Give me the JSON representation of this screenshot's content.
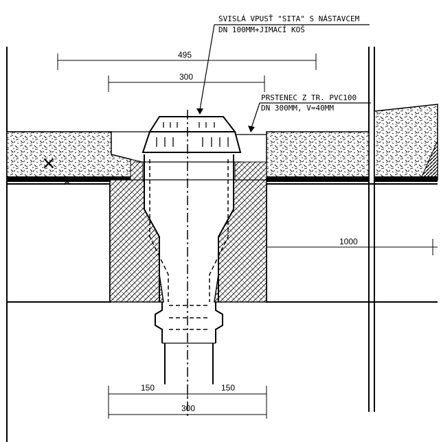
{
  "labels": {
    "drain_line1": "SVISLÁ VPUSŤ \"SITA\" S NÁSTAVCEM",
    "drain_line2": "DN 100MM+JIMACÍ KOŠ",
    "ring_line1": "PRSTENEC Z TR. PVC100",
    "ring_line2": "DN 300MM, V=40MM"
  },
  "dimensions": {
    "top_overall": "495",
    "top_inner": "300",
    "bottom_left": "150",
    "bottom_right": "150",
    "bottom_total": "300",
    "right_side": "1000"
  }
}
